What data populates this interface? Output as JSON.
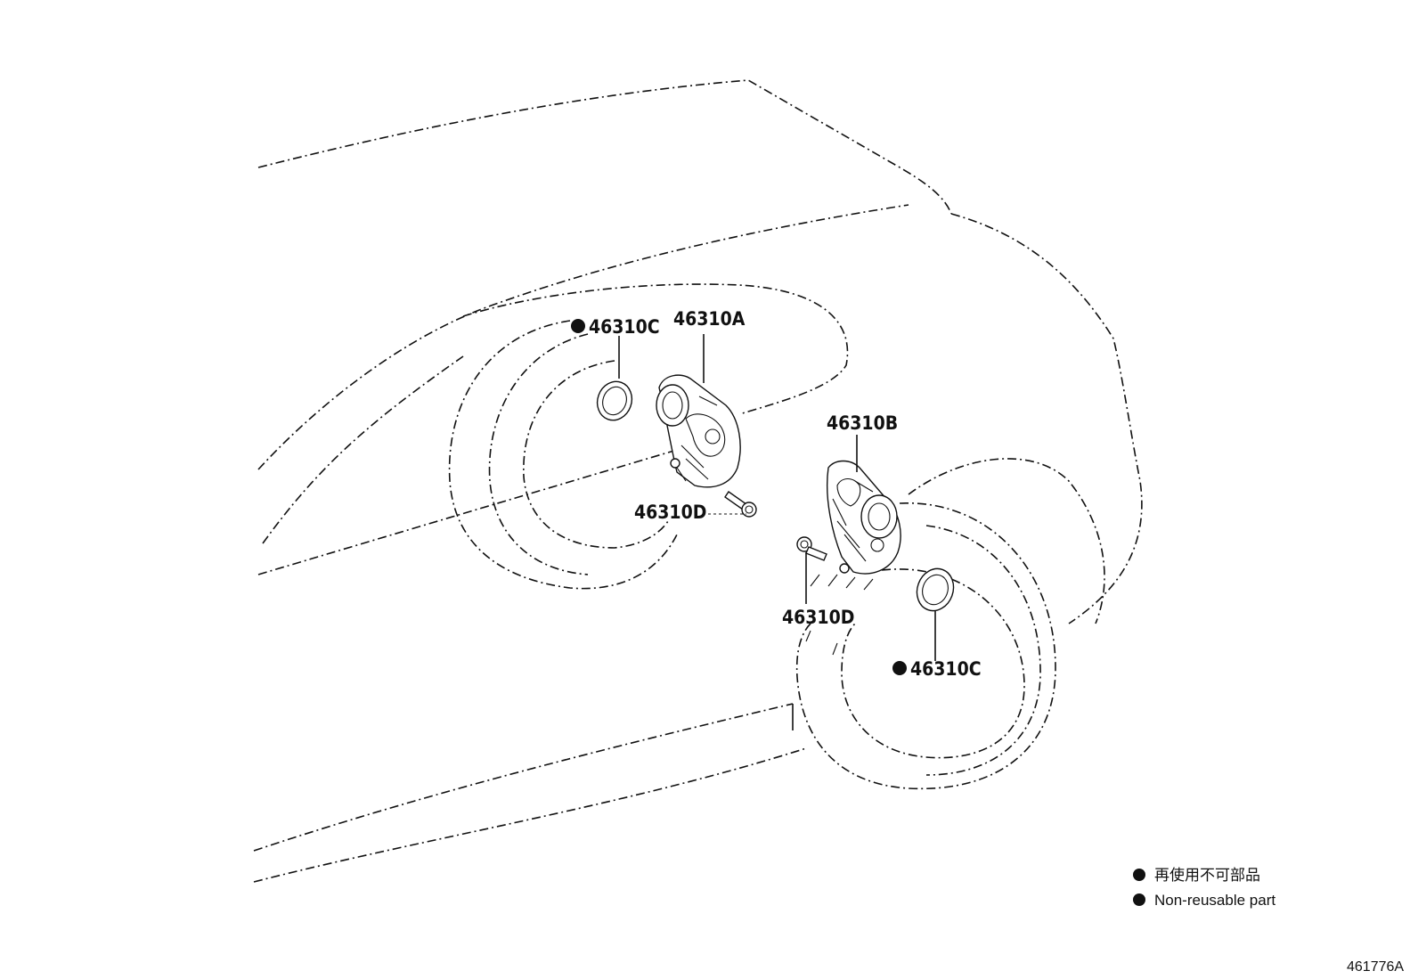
{
  "callouts": {
    "seal_upper": "46310C",
    "actuator_a": "46310A",
    "actuator_b": "46310B",
    "bolt_left": "46310D",
    "bolt_right": "46310D",
    "seal_lower": "46310C"
  },
  "legend": {
    "line_japanese": "再使用不可部品",
    "line_english": "Non-reusable part",
    "marker_icon": "filled-circle-icon"
  },
  "figure_id": "461776A"
}
